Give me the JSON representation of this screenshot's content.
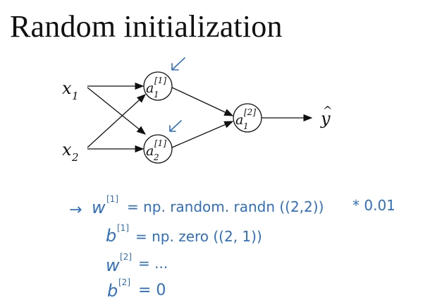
{
  "slide": {
    "title": "Random initialization"
  },
  "network": {
    "inputs": [
      {
        "var": "x",
        "sub": "1"
      },
      {
        "var": "x",
        "sub": "2"
      }
    ],
    "hidden": [
      {
        "var": "a",
        "sup": "[1]",
        "sub": "1"
      },
      {
        "var": "a",
        "sup": "[1]",
        "sub": "2"
      }
    ],
    "output_node": {
      "var": "a",
      "sup": "[2]",
      "sub": "1"
    },
    "prediction": {
      "var": "y",
      "hat": "^"
    }
  },
  "notes": {
    "color": "#2f6fc0",
    "arrow": "→",
    "lines": [
      {
        "sym": "w",
        "sup": "[1]",
        "text": "= np. random. randn ((2,2))",
        "suffix": "* 0.01"
      },
      {
        "sym": "b",
        "sup": "[1]",
        "text": "= np. zero ((2, 1))",
        "suffix": ""
      },
      {
        "sym": "w",
        "sup": "[2]",
        "text": "= ...",
        "suffix": ""
      },
      {
        "sym": "b",
        "sup": "[2]",
        "text": "= 0",
        "suffix": ""
      }
    ]
  }
}
